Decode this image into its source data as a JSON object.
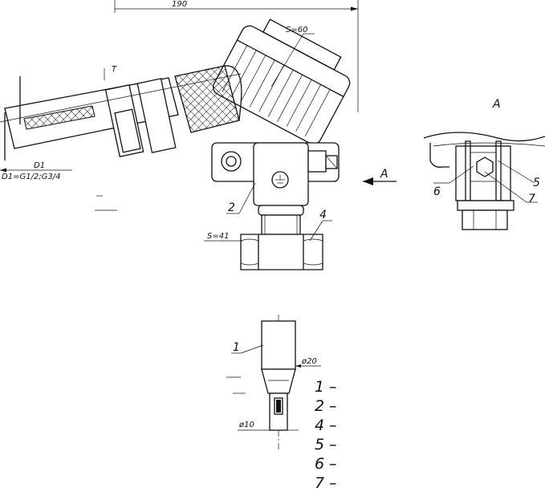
{
  "drawing": {
    "dim_length": "190",
    "dim_cover_wrench": "S=60",
    "dim_nut_wrench": "S=41",
    "dim_d1": "D1",
    "dim_thread": "D1=G1/2;G3/4",
    "dim_tip_diameter": "ø20",
    "dim_probe_diameter": "ø10",
    "label_t": "T",
    "view_label": "A",
    "arrow_label": "A",
    "parts": {
      "p1": "1",
      "p2": "2",
      "p4": "4",
      "p5": "5",
      "p6": "6",
      "p7": "7"
    },
    "legend": [
      {
        "num": "1",
        "dash": "–"
      },
      {
        "num": "2",
        "dash": "–"
      },
      {
        "num": "4",
        "dash": "–"
      },
      {
        "num": "5",
        "dash": "–"
      },
      {
        "num": "6",
        "dash": "–"
      },
      {
        "num": "7",
        "dash": "–"
      }
    ]
  }
}
